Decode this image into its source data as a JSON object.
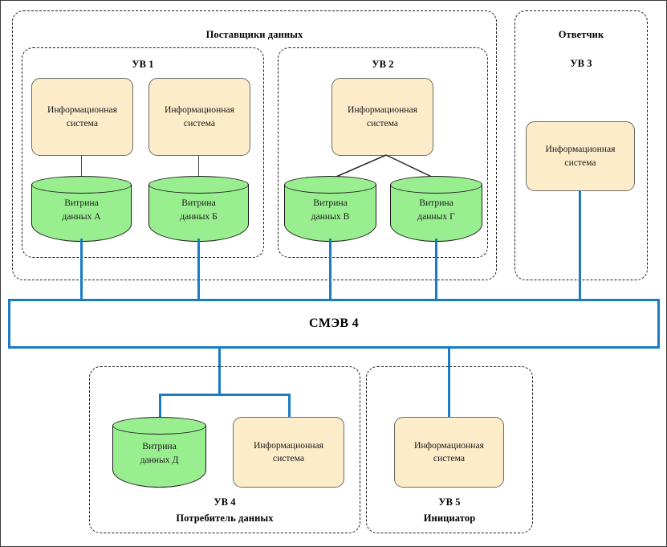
{
  "diagram": {
    "title_providers": "Поставщики данных",
    "title_respondent": "Ответчик",
    "hub_label": "СМЭВ 4",
    "groups": {
      "uv1": {
        "label": "УВ 1"
      },
      "uv2": {
        "label": "УВ 2"
      },
      "uv3": {
        "label": "УВ 3"
      },
      "uv4": {
        "label": "УВ 4",
        "role": "Потребитель данных"
      },
      "uv5": {
        "label": "УВ 5",
        "role": "Инициатор"
      }
    },
    "information_systems": [
      {
        "id": "is-uv1-a",
        "line1": "Информационная",
        "line2": "система"
      },
      {
        "id": "is-uv1-b",
        "line1": "Информационная",
        "line2": "система"
      },
      {
        "id": "is-uv2",
        "line1": "Информационная",
        "line2": "система"
      },
      {
        "id": "is-uv3",
        "line1": "Информационная",
        "line2": "система"
      },
      {
        "id": "is-uv4",
        "line1": "Информационная",
        "line2": "система"
      },
      {
        "id": "is-uv5",
        "line1": "Информационная",
        "line2": "система"
      }
    ],
    "data_marts": [
      {
        "id": "mart-a",
        "line1": "Витрина",
        "line2": "данных А"
      },
      {
        "id": "mart-b",
        "line1": "Витрина",
        "line2": "данных Б"
      },
      {
        "id": "mart-v",
        "line1": "Витрина",
        "line2": "данных В"
      },
      {
        "id": "mart-g",
        "line1": "Витрина",
        "line2": "данных Г"
      },
      {
        "id": "mart-d",
        "line1": "Витрина",
        "line2": "данных Д"
      }
    ],
    "colors": {
      "information_system_fill": "#fcecc9",
      "information_system_border": "#6b6b63",
      "data_mart_fill": "#99ef8f",
      "data_mart_border": "#1a1a1a",
      "connector_blue": "#1b7bc4",
      "connector_gray": "#4a4a4a",
      "group_border": "#1d1d1d",
      "page_border": "#3a3a3a"
    }
  }
}
